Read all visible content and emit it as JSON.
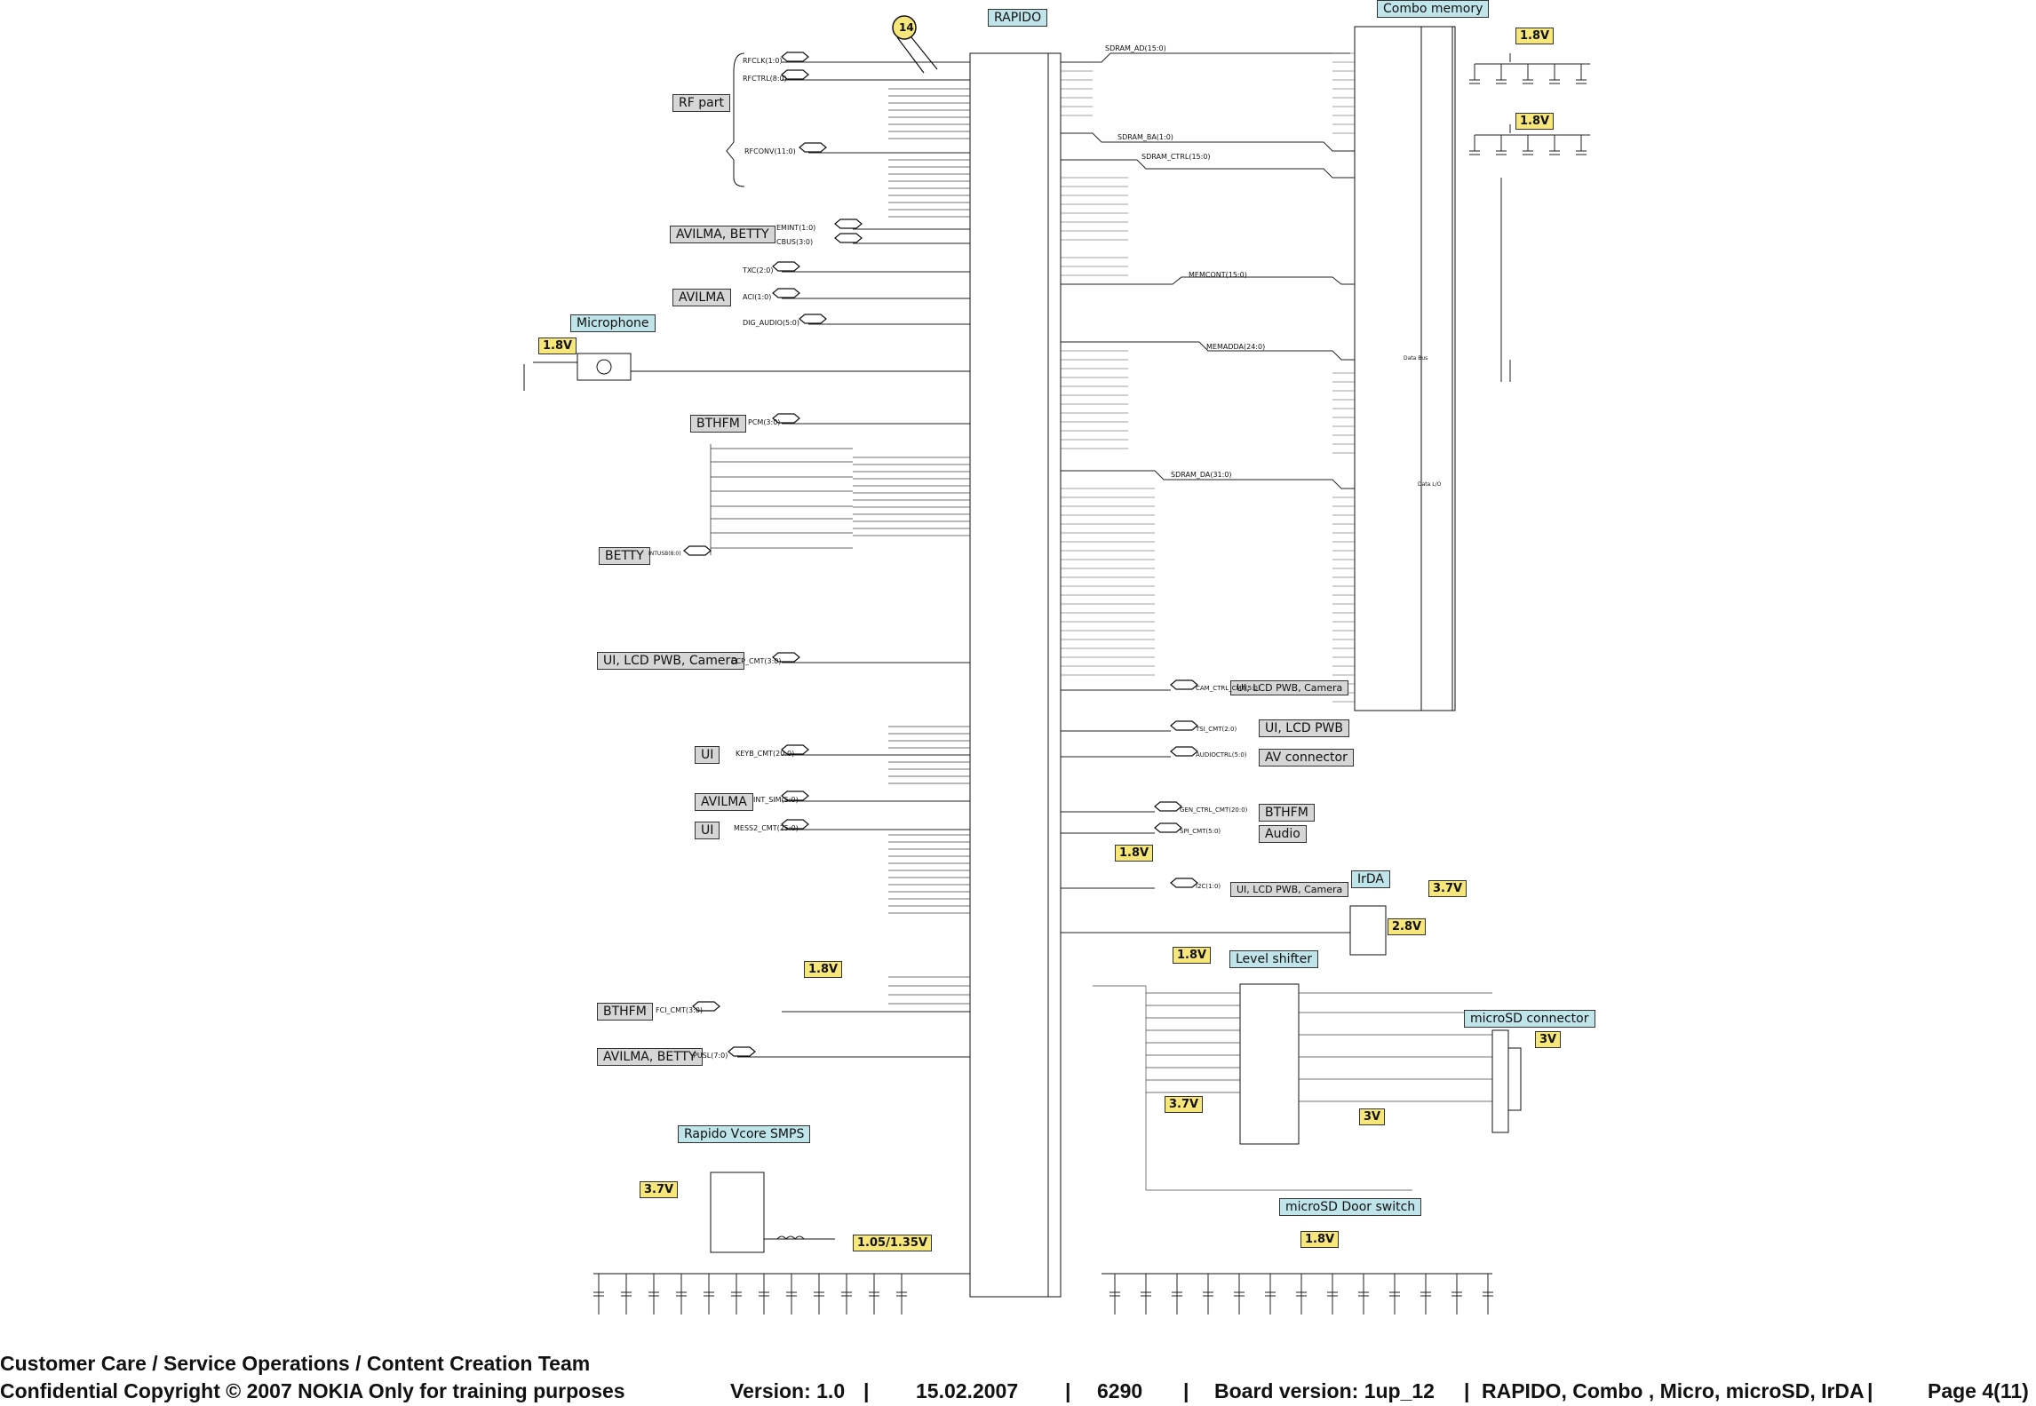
{
  "blocks": {
    "rapido": "RAPIDO",
    "combo_memory": "Combo memory",
    "microphone": "Microphone",
    "level_shifter": "Level shifter",
    "irda": "IrDA",
    "microsd_connector": "microSD connector",
    "rapido_vcore_smps": "Rapido Vcore SMPS",
    "microsd_door_switch": "microSD Door switch"
  },
  "interfaces": {
    "rf_part": "RF part",
    "avilma_betty_1": "AVILMA, BETTY",
    "avilma_1": "AVILMA",
    "bthfm_1": "BTHFM",
    "betty": "BETTY",
    "ui_lcd_pwb_camera_left": "UI, LCD PWB, Camera",
    "ui_1": "UI",
    "avilma_2": "AVILMA",
    "ui_2": "UI",
    "bthfm_2": "BTHFM",
    "avilma_betty_2": "AVILMA, BETTY",
    "ui_lcd_pwb_camera_r1": "UI, LCD PWB, Camera",
    "ui_lcd_pwb": "UI, LCD PWB",
    "av_connector": "AV connector",
    "bthfm_r": "BTHFM",
    "audio": "Audio",
    "ui_lcd_pwb_camera_r2": "UI, LCD PWB, Camera"
  },
  "voltages": {
    "v_mic": "1.8V",
    "v_mem1": "1.8V",
    "v_mem2": "1.8V",
    "v_mid1": "1.8V",
    "v_mid2": "1.8V",
    "v_fci": "1.8V",
    "v_irda1": "3.7V",
    "v_irda2": "2.8V",
    "v_sd": "3V",
    "v_ls1": "3.7V",
    "v_ls2": "3V",
    "v_smps": "3.7V",
    "v_core": "1.05/1.35V",
    "v_door": "1.8V"
  },
  "signals": {
    "rfclk": "RFCLK(1:0)",
    "rfctrl": "RFCTRL(8:0)",
    "rfconv": "RFCONV(11:0)",
    "emint": "EMINT(1:0)",
    "cbus": "CBUS(3:0)",
    "txc": "TXC(2:0)",
    "acl": "ACI(1:0)",
    "dig_audio": "DIG_AUDIO(5:0)",
    "pcm": "PCM(3:0)",
    "intusb": "INTUSB(8:0)",
    "ccp_cmt": "CCP_CMT(3:0)",
    "keyb_cmt": "KEYB_CMT(20:0)",
    "int_sim": "INT_SIM(5:0)",
    "mess2_cmt": "MESS2_CMT(25:0)",
    "fci_cmt": "FCI_CMT(3:0)",
    "pusl": "PUSL(7:0)",
    "sdram_ad": "SDRAM_AD(15:0)",
    "sdram_ba": "SDRAM_BA(1:0)",
    "sdram_ctrl": "SDRAM_CTRL(15:0)",
    "memcont": "MEMCONT(15:0)",
    "memadda": "MEMADDA(24:0)",
    "sdram_da": "SDRAM_DA(31:0)",
    "cam_ctrl": "CAM_CTRL_CMT(5:0)",
    "tsi_cmt": "TSI_CMT(2:0)",
    "audioctrl": "AUDIOCTRL(5:0)",
    "gen_ctrl": "GEN_CTRL_CMT(20:0)",
    "spi_cmt": "SPI_CMT(5:0)",
    "i2c": "I2C(1:0)",
    "data_bus": "Data Bus",
    "data_l0": "Data L/O"
  },
  "footer": {
    "line1": "Customer Care / Service Operations / Content Creation Team",
    "line2": "Confidential Copyright © 2007 NOKIA Only for training purposes",
    "version": "Version: 1.0",
    "date": "15.02.2007",
    "model": "6290",
    "board": "Board version: 1up_12",
    "section": "RAPIDO, Combo , Micro, microSD, IrDA",
    "page": "Page 4(11)"
  },
  "callout": "14"
}
